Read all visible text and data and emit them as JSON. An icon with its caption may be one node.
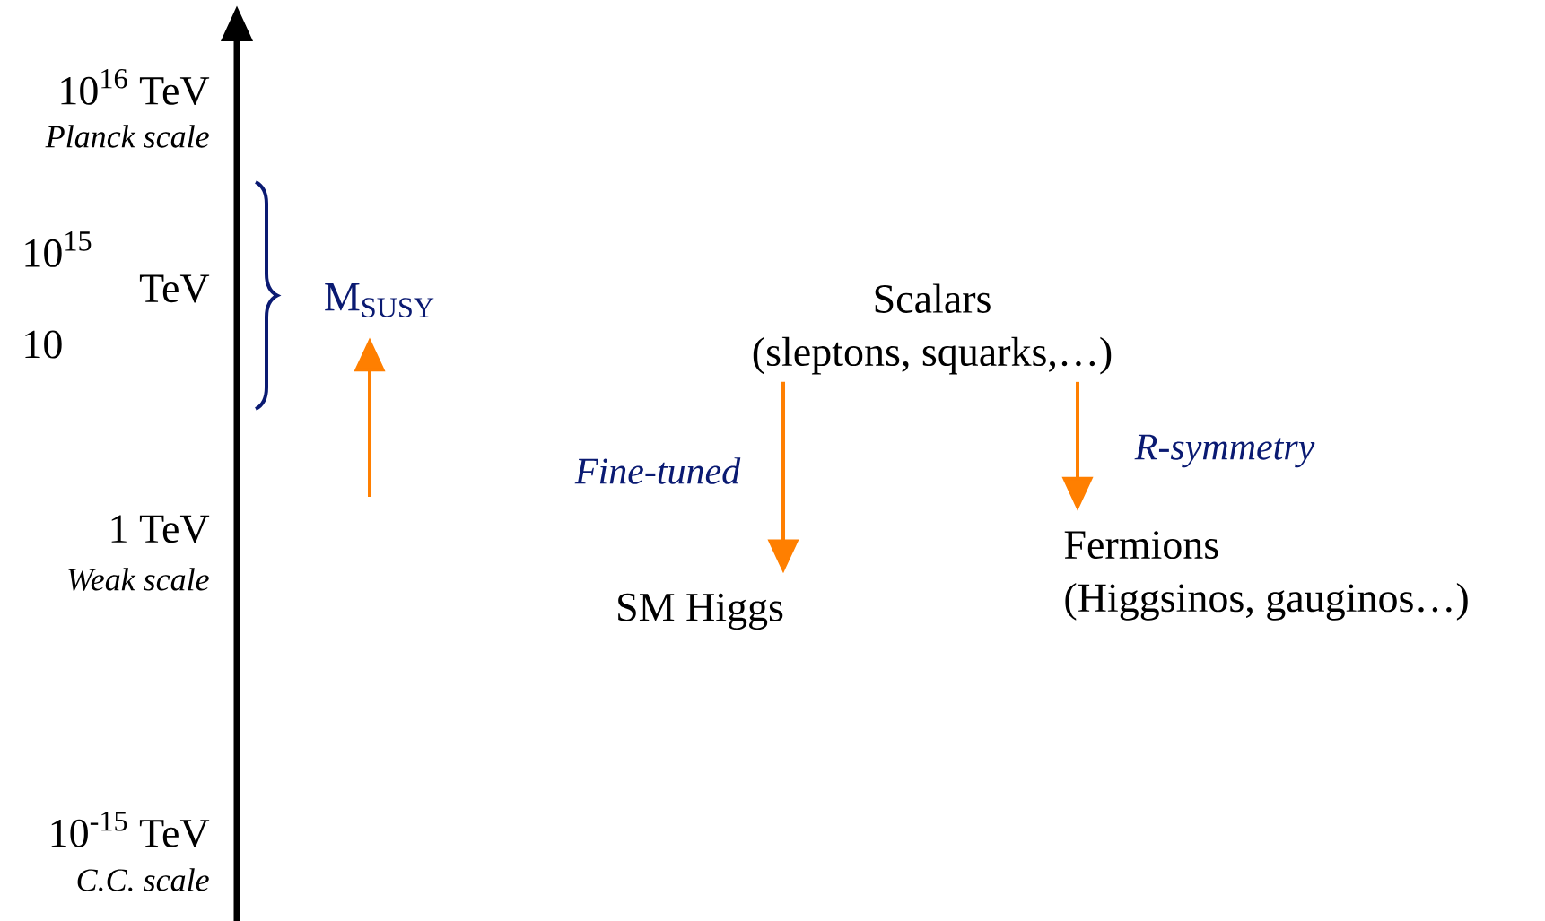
{
  "diagram": {
    "nodes": [
      {
        "text": [
          "Scalars",
          "(sleptons, squarks,…)"
        ]
      },
      {
        "text": [
          "SM Higgs"
        ]
      },
      {
        "text": [
          "Fermions",
          "(Higgsinos, gauginos…)"
        ]
      },
      {
        "text": [
          "M$_{SUSY}$"
        ]
      }
    ],
    "edges": [
      {
        "from": 0,
        "to": 1,
        "arrow": "to",
        "label": "Fine-tuned"
      },
      {
        "from": 0,
        "to": 2,
        "arrow": "to",
        "label": "R-symmetry"
      },
      {
        "from": null,
        "to": 3,
        "arrow": "to"
      }
    ],
    "labels": [
      "10$^{16}$ TeV",
      "Planck scale",
      "10$^{15}$",
      "TeV",
      "10",
      "1 TeV",
      "Weak scale",
      "10$^{-15}$ TeV",
      "C.C. scale"
    ]
  }
}
